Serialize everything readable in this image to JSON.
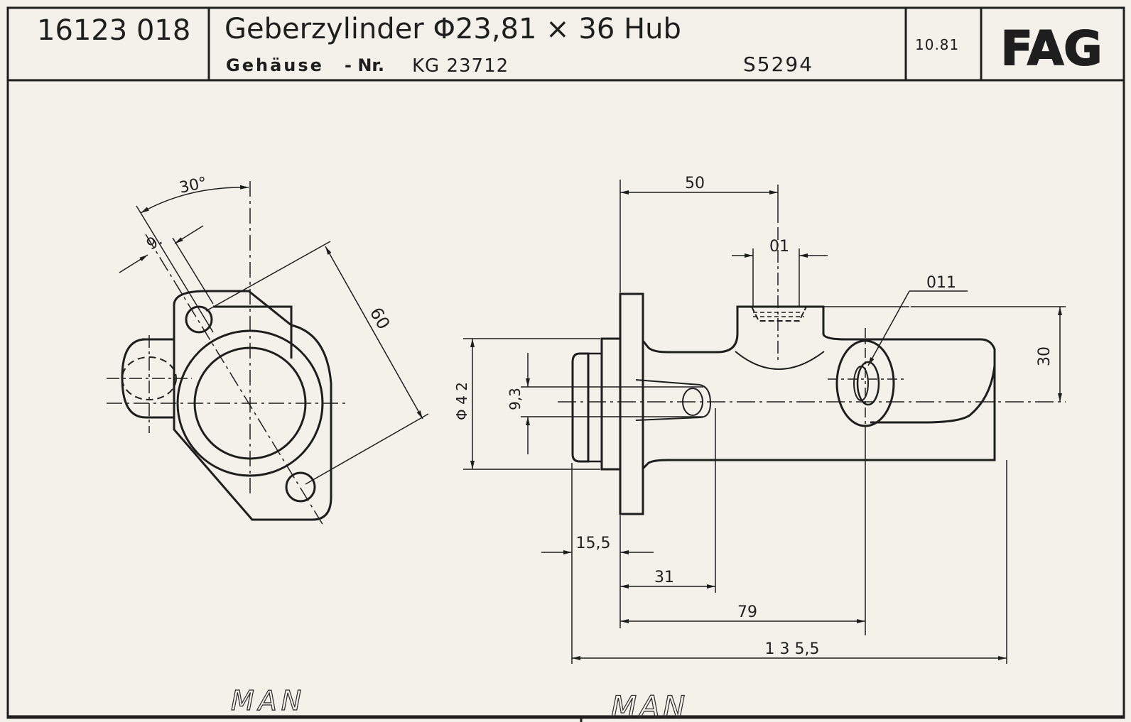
{
  "header": {
    "part_number": "16123 018",
    "title": "Geberzylinder Φ23,81 × 36 Hub",
    "housing_label": "Gehäuse",
    "housing_nr_prefix": "- Nr.",
    "housing_nr": "KG 23712",
    "s_code": "S5294",
    "date": "10.81",
    "brand": "FAG"
  },
  "dimensions": {
    "angle": "30°",
    "bolt_offset": "9.",
    "bolt_spacing": "60",
    "length_50": "50",
    "port_01": "01",
    "port_011": "011",
    "height_30": "30",
    "dia_42": "Φ 4 2",
    "dia_93": "9,3",
    "len_155": "15,5",
    "len_31": "31",
    "len_79": "79",
    "len_1355": "1 3 5,5"
  },
  "handwritten": {
    "note_left": "MAN",
    "note_right": "MAN"
  },
  "colors": {
    "paper": "#f4f1ea",
    "ink": "#1e1e1e"
  }
}
